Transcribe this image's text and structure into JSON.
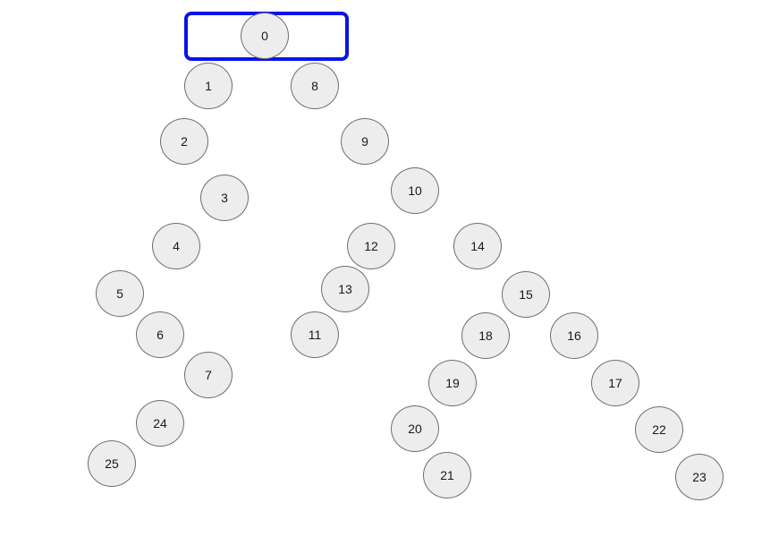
{
  "selected_node": "0",
  "colors": {
    "selection_border": "#0a14e6",
    "node_fill": "#ededed",
    "node_border": "#6e6e6e"
  },
  "nodes": [
    {
      "id": "n0",
      "label": "0"
    },
    {
      "id": "n1",
      "label": "1"
    },
    {
      "id": "n8",
      "label": "8"
    },
    {
      "id": "n2",
      "label": "2"
    },
    {
      "id": "n9",
      "label": "9"
    },
    {
      "id": "n10",
      "label": "10"
    },
    {
      "id": "n3",
      "label": "3"
    },
    {
      "id": "n4",
      "label": "4"
    },
    {
      "id": "n12",
      "label": "12"
    },
    {
      "id": "n14",
      "label": "14"
    },
    {
      "id": "n13",
      "label": "13"
    },
    {
      "id": "n5",
      "label": "5"
    },
    {
      "id": "n15",
      "label": "15"
    },
    {
      "id": "n6",
      "label": "6"
    },
    {
      "id": "n11",
      "label": "11"
    },
    {
      "id": "n18",
      "label": "18"
    },
    {
      "id": "n16",
      "label": "16"
    },
    {
      "id": "n7",
      "label": "7"
    },
    {
      "id": "n19",
      "label": "19"
    },
    {
      "id": "n17",
      "label": "17"
    },
    {
      "id": "n24",
      "label": "24"
    },
    {
      "id": "n20",
      "label": "20"
    },
    {
      "id": "n22",
      "label": "22"
    },
    {
      "id": "n25",
      "label": "25"
    },
    {
      "id": "n21",
      "label": "21"
    },
    {
      "id": "n23",
      "label": "23"
    }
  ]
}
